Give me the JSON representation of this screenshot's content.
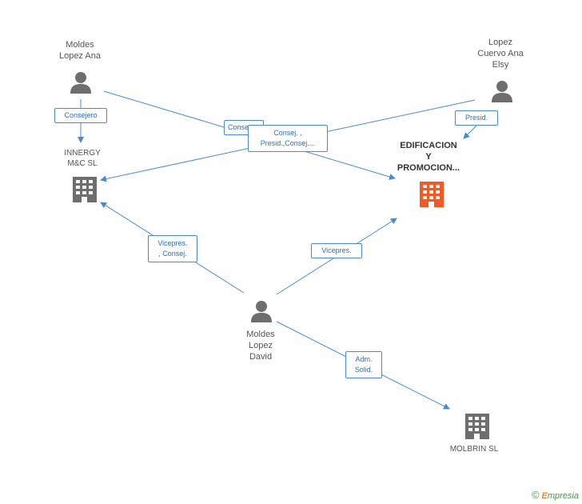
{
  "colors": {
    "edge": "#4a8ad4",
    "person_icon": "#6e6e6e",
    "company_icon": "#6e6e6e",
    "company_main_icon": "#f05a24"
  },
  "nodes": {
    "moldes_lopez_ana": {
      "lines": [
        "Moldes",
        "Lopez Ana"
      ],
      "icon": "person-icon"
    },
    "lopez_cuervo_ana_elsy": {
      "lines": [
        "Lopez",
        "Cuervo Ana",
        "Elsy"
      ],
      "icon": "person-icon"
    },
    "innergy": {
      "lines": [
        "INNERGY",
        "M&C SL"
      ],
      "icon": "building-icon"
    },
    "edificacion": {
      "lines": [
        "EDIFICACION",
        "Y",
        "PROMOCION..."
      ],
      "icon": "building-icon"
    },
    "moldes_lopez_david": {
      "lines": [
        "Moldes",
        "Lopez",
        "David"
      ],
      "icon": "person-icon"
    },
    "molbrin": {
      "lines": [
        "MOLBRIN SL"
      ],
      "icon": "building-icon"
    }
  },
  "edges": {
    "consejero": [
      "Consejero"
    ],
    "consej_hidden": [
      "Conse"
    ],
    "consej_presid": [
      "Consej. ,",
      "Presid.,Consej...."
    ],
    "presid": [
      "Presid."
    ],
    "vicepres_consej": [
      "Vicepres.",
      ", Consej."
    ],
    "vicepres": [
      "Vicepres."
    ],
    "adm_solid": [
      "Adm.",
      "Solid."
    ]
  },
  "footer": {
    "copyright": "©",
    "brand_e": "E",
    "brand_rest": "mpresia"
  }
}
